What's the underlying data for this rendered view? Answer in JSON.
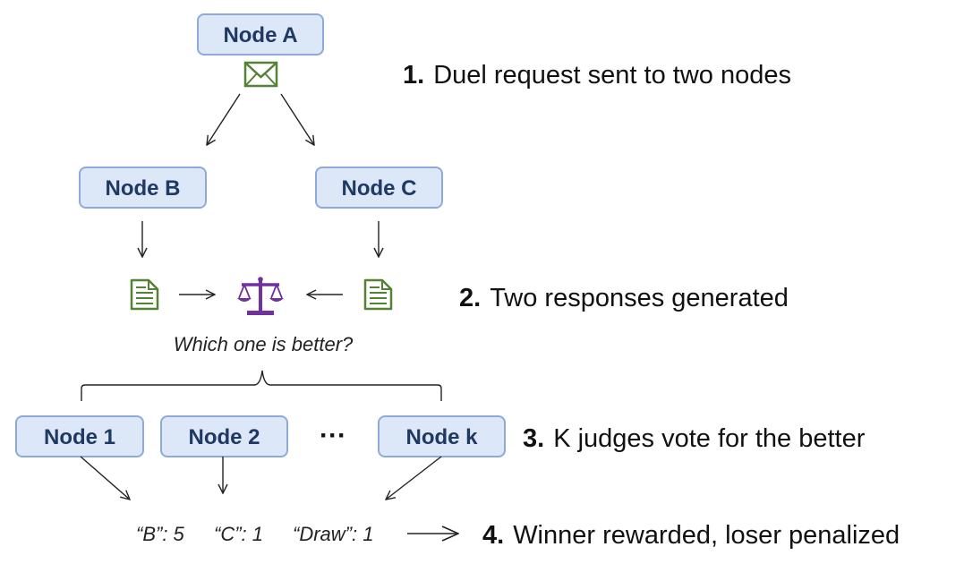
{
  "nodes": {
    "a": "Node A",
    "b": "Node B",
    "c": "Node C",
    "j1": "Node 1",
    "j2": "Node 2",
    "jk": "Node k",
    "ellipsis": "···"
  },
  "steps": [
    {
      "num": "1.",
      "text": "Duel request sent to two nodes"
    },
    {
      "num": "2.",
      "text": "Two responses generated"
    },
    {
      "num": "3.",
      "text": "K judges vote for the better"
    },
    {
      "num": "4.",
      "text": "Winner rewarded, loser penalized"
    }
  ],
  "question": "Which one is better?",
  "votes": [
    "“B”: 5",
    "“C”: 1",
    "“Draw”: 1"
  ],
  "colors": {
    "node_fill": "#dce8f7",
    "node_border": "#8eaadb",
    "node_text": "#1f3864",
    "icon_green": "#548235",
    "scale_purple": "#7030a0"
  },
  "icons": {
    "envelope": "envelope-icon",
    "document": "document-icon",
    "scale": "scale-icon"
  }
}
